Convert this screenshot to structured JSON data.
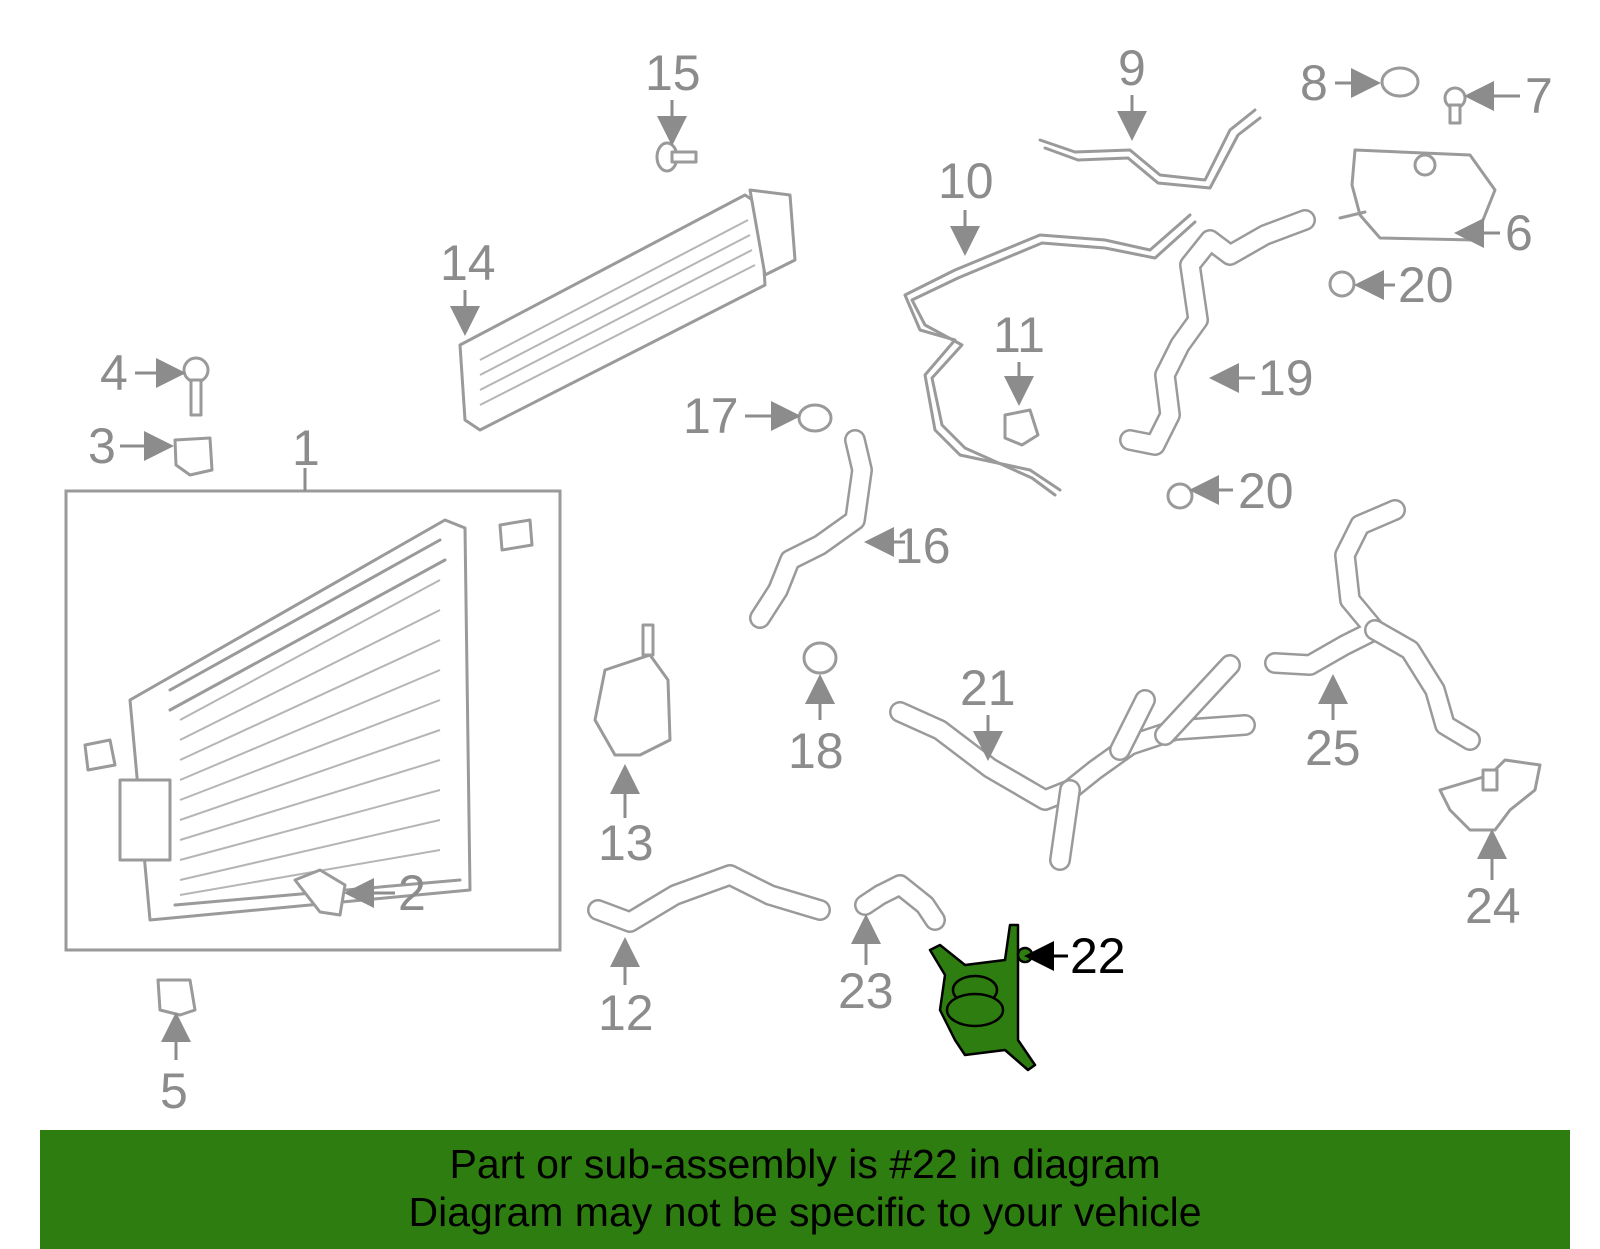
{
  "diagram": {
    "highlight_color": "#2e7d10",
    "highlighted_part": "22",
    "callouts": [
      "1",
      "2",
      "3",
      "4",
      "5",
      "6",
      "7",
      "8",
      "9",
      "10",
      "11",
      "12",
      "13",
      "14",
      "15",
      "16",
      "17",
      "18",
      "19",
      "20",
      "20",
      "21",
      "22",
      "23",
      "24",
      "25"
    ]
  },
  "banner": {
    "line1": "Part or sub-assembly is #22 in diagram",
    "line2": "Diagram may not be specific to your vehicle",
    "background": "#2e7d10"
  }
}
